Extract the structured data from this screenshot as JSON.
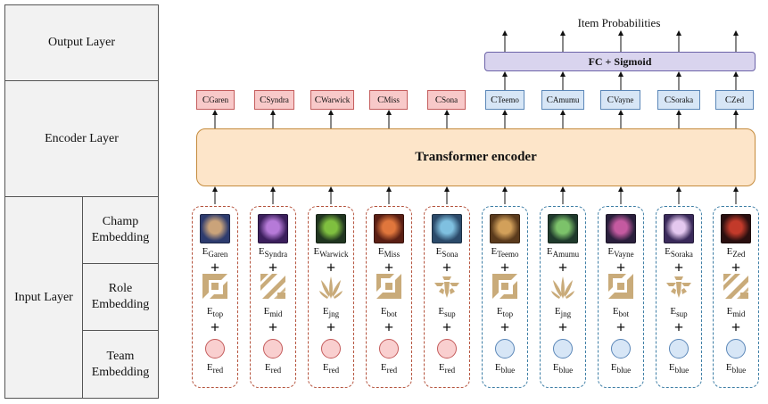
{
  "layers": {
    "output": "Output Layer",
    "encoder": "Encoder Layer",
    "input": "Input Layer",
    "champ_embedding": "Champ Embedding",
    "role_embedding": "Role Embedding",
    "team_embedding": "Team Embedding"
  },
  "encoder_label": "Transformer encoder",
  "fc_label": "FC + Sigmoid",
  "output_title": "Item Probabilities",
  "e_prefix": "E",
  "c_prefix": "C",
  "plus_symbol": "+",
  "colors": {
    "red_team": "#c45c5c",
    "blue_team": "#5b87b8",
    "role_gold": "#c9ab7a",
    "encoder_fill": "#fde5c9",
    "fc_fill": "#d9d4ee"
  },
  "tokens": [
    {
      "champion": "Garen",
      "role": "top",
      "team": "red",
      "role_icon": "top-lane-icon",
      "portrait": "garen-portrait"
    },
    {
      "champion": "Syndra",
      "role": "mid",
      "team": "red",
      "role_icon": "mid-lane-icon",
      "portrait": "syndra-portrait"
    },
    {
      "champion": "Warwick",
      "role": "jng",
      "team": "red",
      "role_icon": "jungle-icon",
      "portrait": "warwick-portrait"
    },
    {
      "champion": "Miss",
      "role": "bot",
      "team": "red",
      "role_icon": "bot-lane-icon",
      "portrait": "miss-fortune-portrait"
    },
    {
      "champion": "Sona",
      "role": "sup",
      "team": "red",
      "role_icon": "support-icon",
      "portrait": "sona-portrait"
    },
    {
      "champion": "Teemo",
      "role": "top",
      "team": "blue",
      "role_icon": "top-lane-icon",
      "portrait": "teemo-portrait"
    },
    {
      "champion": "Amumu",
      "role": "jng",
      "team": "blue",
      "role_icon": "jungle-icon",
      "portrait": "amumu-portrait"
    },
    {
      "champion": "Vayne",
      "role": "bot",
      "team": "blue",
      "role_icon": "bot-lane-icon",
      "portrait": "vayne-portrait"
    },
    {
      "champion": "Soraka",
      "role": "sup",
      "team": "blue",
      "role_icon": "support-icon",
      "portrait": "soraka-portrait"
    },
    {
      "champion": "Zed",
      "role": "mid",
      "team": "blue",
      "role_icon": "mid-lane-icon",
      "portrait": "zed-portrait"
    }
  ]
}
